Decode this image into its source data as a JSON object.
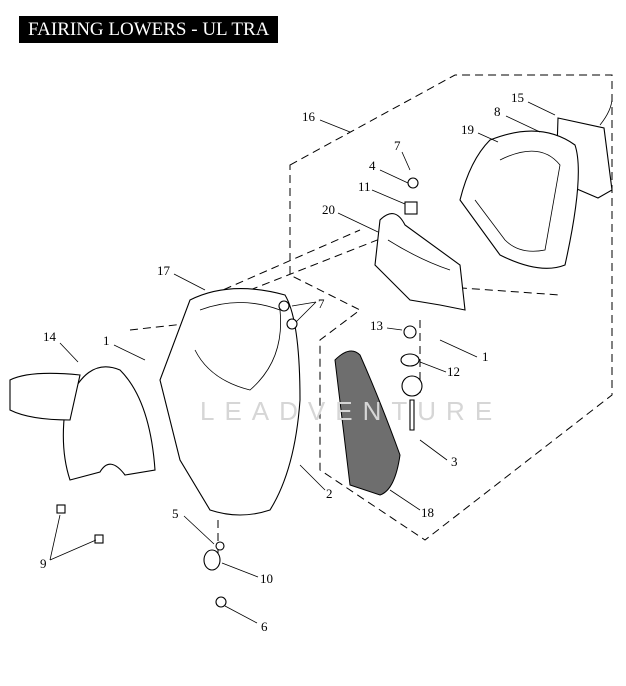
{
  "header": {
    "title": "FAIRING LOWERS - UL TRA"
  },
  "watermark": "LEADVENTURE",
  "callouts": {
    "c15": "15",
    "c8": "8",
    "c16": "16",
    "c19": "19",
    "c7a": "7",
    "c4": "4",
    "c11": "11",
    "c20": "20",
    "c17": "17",
    "c7b": "7",
    "c14": "14",
    "c1a": "1",
    "c13": "13",
    "c1b": "1",
    "c12": "12",
    "c3": "3",
    "c2": "2",
    "c18": "18",
    "c5": "5",
    "c9": "9",
    "c10": "10",
    "c6": "6"
  }
}
